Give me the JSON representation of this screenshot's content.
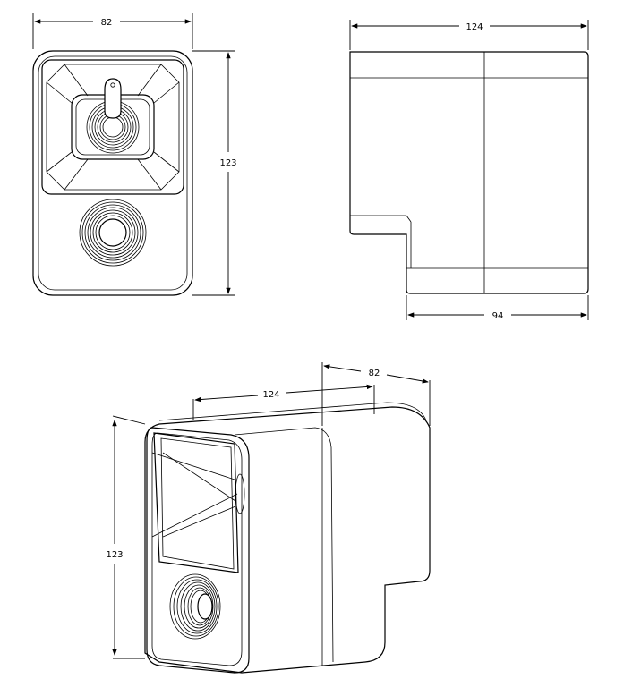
{
  "front_view": {
    "width_label": "82",
    "height_label": "123"
  },
  "side_view": {
    "length_label": "124",
    "base_label": "94"
  },
  "iso_view": {
    "length_label": "124",
    "width_label": "82",
    "height_label": "123"
  }
}
